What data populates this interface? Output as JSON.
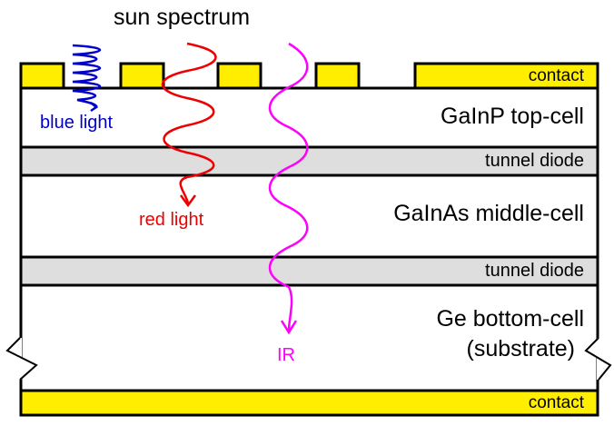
{
  "title": "sun spectrum",
  "colors": {
    "contact": "#ffee00",
    "tunnel": "#dedede",
    "cell": "#ffffff",
    "outline": "#000000",
    "blue": "#0000cc",
    "red": "#ee0000",
    "ir": "#ff00ff"
  },
  "layers": {
    "top_contact": "contact",
    "top_cell": "GaInP top-cell",
    "tunnel_1": "tunnel diode",
    "middle_cell": "GaInAs middle-cell",
    "tunnel_2": "tunnel diode",
    "bottom_cell_line1": "Ge bottom-cell",
    "bottom_cell_line2": "(substrate)",
    "bottom_contact": "contact"
  },
  "rays": {
    "blue": "blue light",
    "red": "red light",
    "ir": "IR"
  }
}
